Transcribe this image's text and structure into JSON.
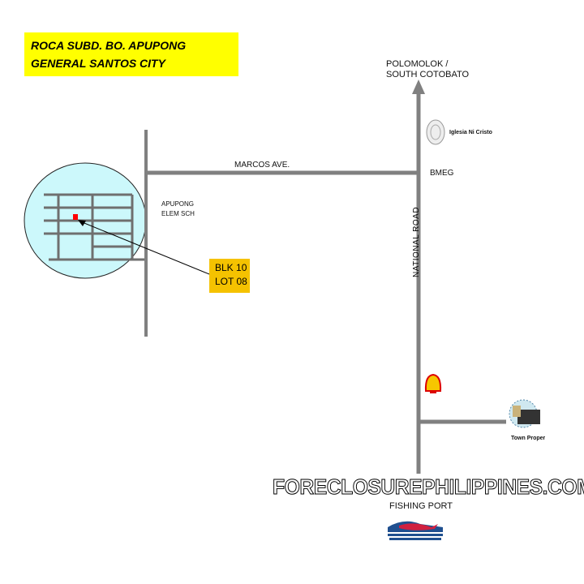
{
  "title": {
    "line1": "ROCA SUBD. BO. APUPONG",
    "line2": "GENERAL SANTOS CITY"
  },
  "labels": {
    "north": {
      "line1": "POLOMOLOK /",
      "line2": "SOUTH COTOBATO"
    },
    "church": "Iglesia Ni Cristo",
    "bmeg": "BMEG",
    "road_marcos": "MARCOS AVE.",
    "road_national": "NATIONAL ROAD",
    "school": {
      "line1": "APUPONG",
      "line2": "ELEM SCH"
    },
    "lot": {
      "line1": "BLK  10",
      "line2": "LOT  08"
    },
    "town": "Town Proper",
    "port": "FISHING PORT"
  },
  "watermark": "FORECLOSUREPHILIPPINES.COM",
  "colors": {
    "road": "#808080",
    "title_bg": "#ffff00",
    "lot_bg": "#f5c200",
    "subdivision": "#ccf8fb",
    "marker": "#ff0000"
  }
}
